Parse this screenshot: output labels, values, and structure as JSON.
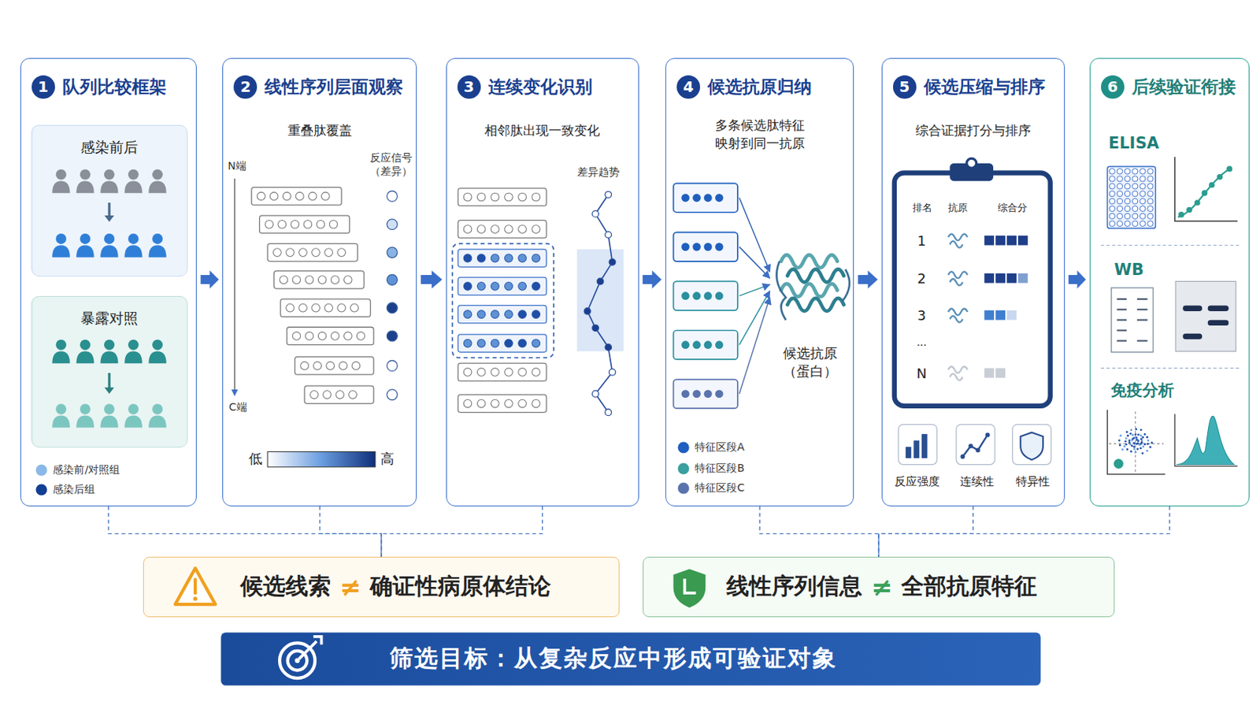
{
  "diagram": {
    "nodes": [
      {
        "text": [
          "1",
          "队列比较框架"
        ]
      },
      {
        "text": [
          "感染前后"
        ],
        "in": 0
      },
      {
        "text": [
          "暴露对照"
        ],
        "in": 0
      },
      {
        "text": [
          "2",
          "线性序列层面观察",
          "重叠肽覆盖"
        ]
      },
      {
        "text": [
          "3",
          "连续变化识别",
          "相邻肽出现一致变化"
        ]
      },
      {
        "text": [
          "4",
          "候选抗原归纳",
          "多条候选肽特征 映射到同一抗原"
        ]
      },
      {
        "text": [
          "5",
          "候选压缩与排序",
          "综合证据打分与排序"
        ]
      },
      {
        "text": [
          "6",
          "后续验证衔接"
        ]
      },
      {
        "text": [
          "候选线索",
          "≠",
          "确证性病原体结论"
        ]
      },
      {
        "text": [
          "线性序列信息",
          "≠",
          "全部抗原特征"
        ]
      },
      {
        "text": [
          "筛选目标：从复杂反应中形成可验证对象"
        ]
      }
    ],
    "edges": [
      {
        "from": 0,
        "to": 3,
        "arrow": "to"
      },
      {
        "from": 3,
        "to": 4,
        "arrow": "to"
      },
      {
        "from": 4,
        "to": 5,
        "arrow": "to"
      },
      {
        "from": 5,
        "to": 6,
        "arrow": "to"
      },
      {
        "from": 6,
        "to": 7,
        "arrow": "to"
      },
      {
        "from": 0,
        "to": 8,
        "arrow": "none"
      },
      {
        "from": 3,
        "to": 8,
        "arrow": "none"
      },
      {
        "from": 4,
        "to": 8,
        "arrow": "none"
      },
      {
        "from": 5,
        "to": 9,
        "arrow": "none"
      },
      {
        "from": 6,
        "to": 9,
        "arrow": "none"
      },
      {
        "from": 7,
        "to": 9,
        "arrow": "none"
      }
    ],
    "labels": [
      "N端",
      "反应信号 （差异）",
      "C端",
      "低",
      "高",
      "差异趋势",
      "候选抗原 （蛋白）",
      "排名",
      "抗原",
      "综合分",
      "1",
      "2",
      "3",
      "...",
      "N",
      "反应强度",
      "连续性",
      "特异性",
      "ELISA",
      "WB",
      "免疫分析"
    ],
    "legend": [
      {
        "text": "感染前/对照组",
        "color": "#8ab8e8"
      },
      {
        "text": "感染后组",
        "color": "#123f94"
      },
      {
        "text": "特征区段A",
        "color": "#1f5fbf"
      },
      {
        "text": "特征区段B",
        "color": "#3a9f9f"
      },
      {
        "text": "特征区段C",
        "color": "#5b73ad"
      }
    ]
  }
}
